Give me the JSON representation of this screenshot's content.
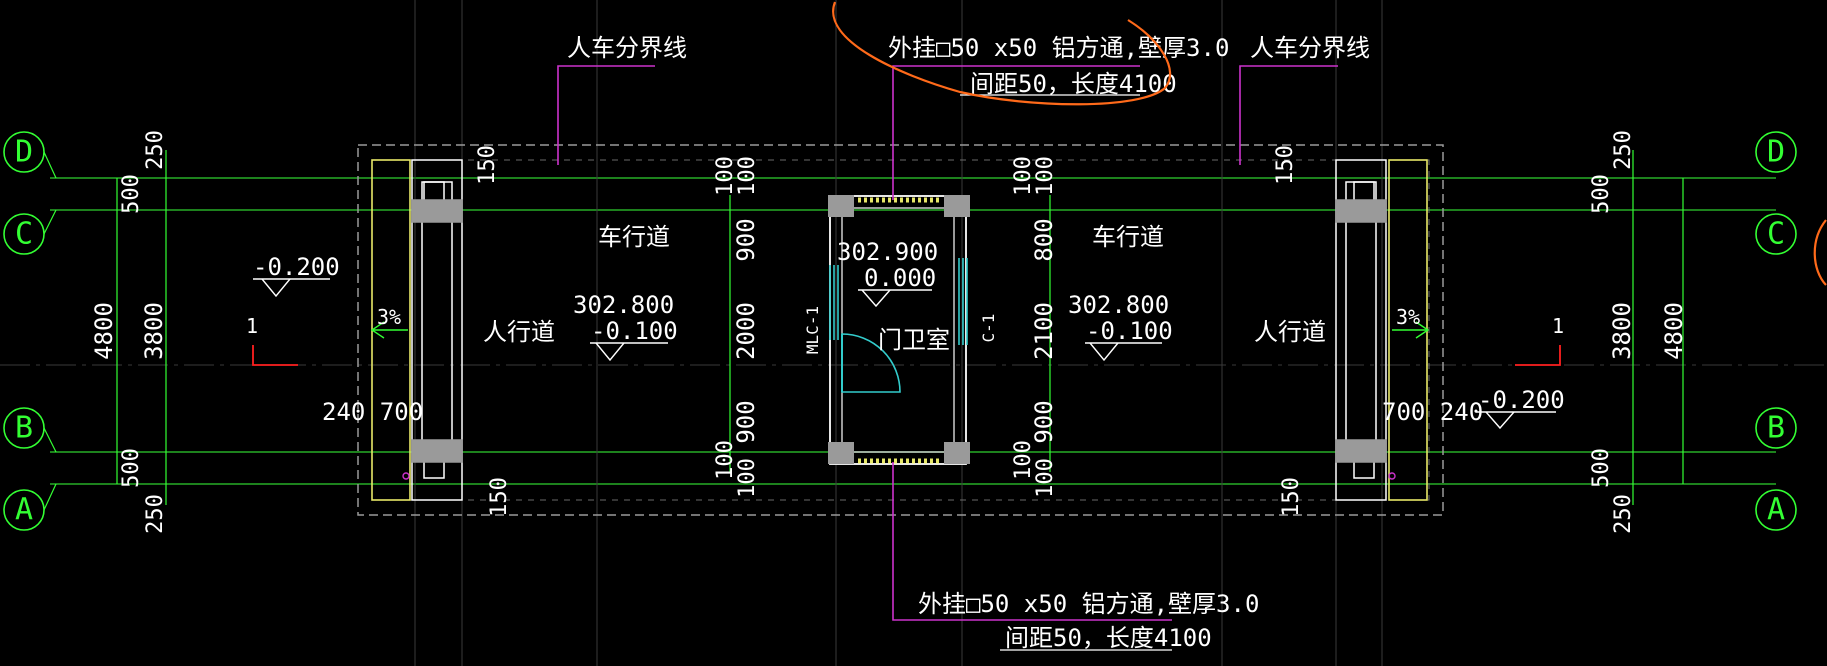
{
  "colors": {
    "background": "#000000",
    "grid_green": "#33ff33",
    "wall_white": "#ffffff",
    "magenta": "#cc33cc",
    "yellow": "#e8e868",
    "cyan": "#33cccc",
    "orange": "#ff6a1a",
    "red": "#ff2020",
    "gray": "#9a9a9a"
  },
  "axes": {
    "left": [
      "D",
      "C",
      "B",
      "A"
    ],
    "right": [
      "D",
      "C",
      "B",
      "A"
    ]
  },
  "annotations": {
    "top_note_line1": "外挂□50 x50 铝方通,壁厚3.0",
    "top_note_line2": "间距50，长度4100",
    "bottom_note_line1": "外挂□50 x50 铝方通,壁厚3.0",
    "bottom_note_line2": "间距50，长度4100",
    "divider_left": "人车分界线",
    "divider_right": "人车分界线"
  },
  "rooms": {
    "lane_left": "车行道",
    "lane_right": "车行道",
    "walk_left": "人行道",
    "walk_right": "人行道",
    "guard_room": "门卫室"
  },
  "elevations": {
    "outer_left": "-0.200",
    "outer_right": "-0.200",
    "lane_left_abs": "302.800",
    "lane_left_rel": "-0.100",
    "lane_right_abs": "302.800",
    "lane_right_rel": "-0.100",
    "room_abs": "302.900",
    "room_rel": "0.000"
  },
  "slopes": {
    "left": "3%",
    "right": "3%"
  },
  "doors": {
    "left": "MLC-1",
    "right": "C-1"
  },
  "section_marks": {
    "left": "1",
    "right": "1"
  },
  "dims": {
    "left_outer_total": "4800",
    "left_inner": [
      "250",
      "500",
      "3800",
      "500",
      "250"
    ],
    "right_outer_total": "4800",
    "right_inner": [
      "250",
      "500",
      "3800",
      "500",
      "250"
    ],
    "left_150_top": "150",
    "left_150_bottom": "150",
    "right_150_top": "150",
    "right_150_bottom": "150",
    "left_wall": "240 700",
    "right_wall": "700 240",
    "center_left_chain": [
      "100",
      "100",
      "900",
      "2000",
      "900",
      "100",
      "100"
    ],
    "center_right_chain": [
      "100",
      "100",
      "800",
      "2100",
      "900",
      "100",
      "100"
    ]
  }
}
